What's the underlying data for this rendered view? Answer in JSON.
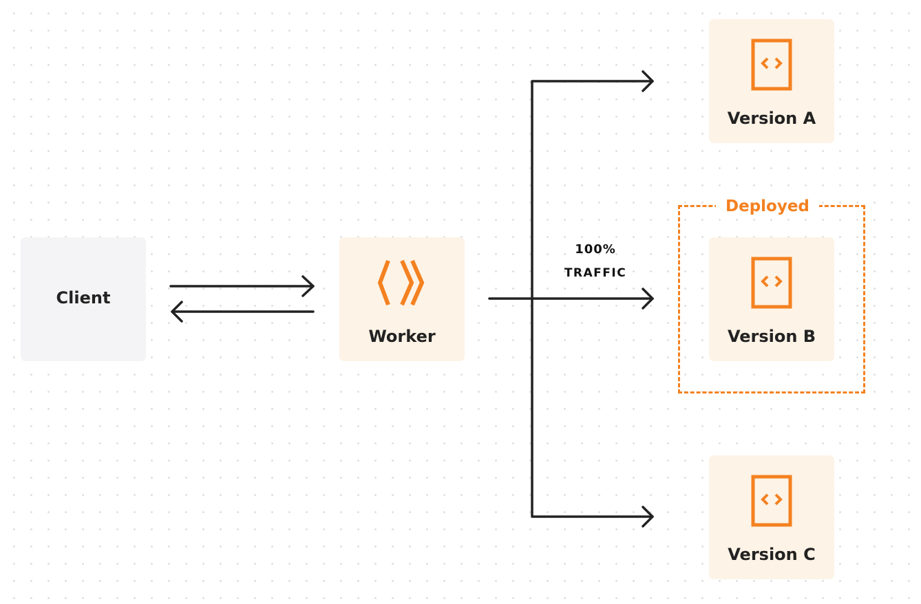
{
  "nodes": {
    "client": "Client",
    "worker": "Worker",
    "version_a": "Version A",
    "version_b": "Version B",
    "version_c": "Version C"
  },
  "deployed_label": "Deployed",
  "traffic": {
    "percent": "100%",
    "label": "TRAFFIC"
  },
  "colors": {
    "accent": "#f48120",
    "text": "#222222",
    "warm_fill": "#fdf3e6",
    "neutral_fill": "#f4f4f6",
    "connector": "#222222"
  },
  "icons": {
    "worker": "cloudflare-workers-logo-icon",
    "versions": "code-file-icon"
  }
}
